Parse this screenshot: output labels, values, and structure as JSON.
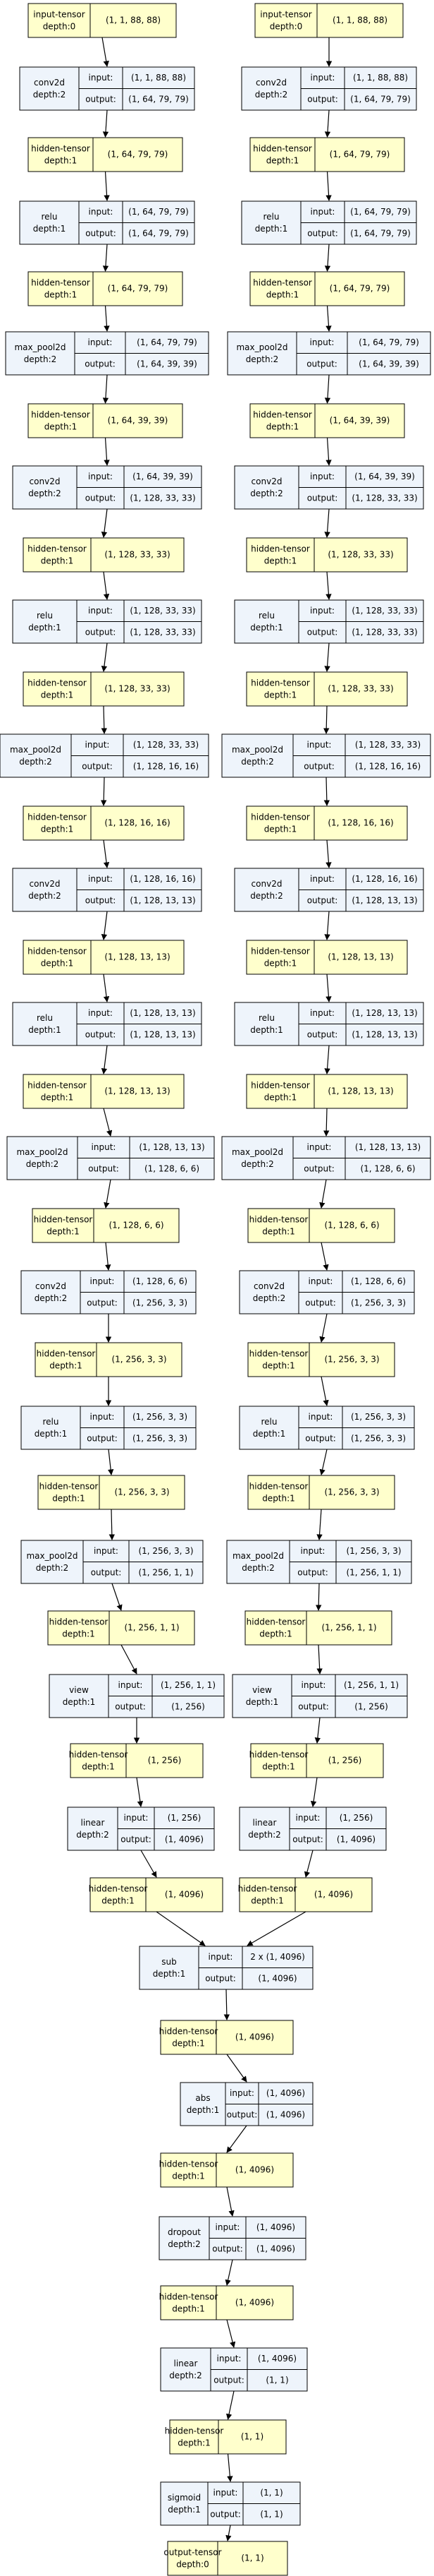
{
  "colors": {
    "tensor_fill": "#ffffcc",
    "module_fill": "#eef4fb",
    "stroke": "#000000"
  },
  "labels": {
    "input": "input:",
    "output": "output:"
  },
  "nodes": [
    {
      "id": "L0",
      "kind": "tensor",
      "name": "input-tensor",
      "depth": "depth:0",
      "shape": "(1, 1, 88, 88)"
    },
    {
      "id": "L1",
      "kind": "module",
      "name": "conv2d",
      "depth": "depth:2",
      "input": "(1, 1, 88, 88)",
      "output": "(1, 64, 79, 79)"
    },
    {
      "id": "L2",
      "kind": "tensor",
      "name": "hidden-tensor",
      "depth": "depth:1",
      "shape": "(1, 64, 79, 79)"
    },
    {
      "id": "L3",
      "kind": "module",
      "name": "relu",
      "depth": "depth:1",
      "input": "(1, 64, 79, 79)",
      "output": "(1, 64, 79, 79)"
    },
    {
      "id": "L4",
      "kind": "tensor",
      "name": "hidden-tensor",
      "depth": "depth:1",
      "shape": "(1, 64, 79, 79)"
    },
    {
      "id": "L5",
      "kind": "module",
      "name": "max_pool2d",
      "depth": "depth:2",
      "input": "(1, 64, 79, 79)",
      "output": "(1, 64, 39, 39)"
    },
    {
      "id": "L6",
      "kind": "tensor",
      "name": "hidden-tensor",
      "depth": "depth:1",
      "shape": "(1, 64, 39, 39)"
    },
    {
      "id": "L7",
      "kind": "module",
      "name": "conv2d",
      "depth": "depth:2",
      "input": "(1, 64, 39, 39)",
      "output": "(1, 128, 33, 33)"
    },
    {
      "id": "L8",
      "kind": "tensor",
      "name": "hidden-tensor",
      "depth": "depth:1",
      "shape": "(1, 128, 33, 33)"
    },
    {
      "id": "L9",
      "kind": "module",
      "name": "relu",
      "depth": "depth:1",
      "input": "(1, 128, 33, 33)",
      "output": "(1, 128, 33, 33)"
    },
    {
      "id": "L10",
      "kind": "tensor",
      "name": "hidden-tensor",
      "depth": "depth:1",
      "shape": "(1, 128, 33, 33)"
    },
    {
      "id": "L11",
      "kind": "module",
      "name": "max_pool2d",
      "depth": "depth:2",
      "input": "(1, 128, 33, 33)",
      "output": "(1, 128, 16, 16)"
    },
    {
      "id": "L12",
      "kind": "tensor",
      "name": "hidden-tensor",
      "depth": "depth:1",
      "shape": "(1, 128, 16, 16)"
    },
    {
      "id": "L13",
      "kind": "module",
      "name": "conv2d",
      "depth": "depth:2",
      "input": "(1, 128, 16, 16)",
      "output": "(1, 128, 13, 13)"
    },
    {
      "id": "L14",
      "kind": "tensor",
      "name": "hidden-tensor",
      "depth": "depth:1",
      "shape": "(1, 128, 13, 13)"
    },
    {
      "id": "L15",
      "kind": "module",
      "name": "relu",
      "depth": "depth:1",
      "input": "(1, 128, 13, 13)",
      "output": "(1, 128, 13, 13)"
    },
    {
      "id": "L16",
      "kind": "tensor",
      "name": "hidden-tensor",
      "depth": "depth:1",
      "shape": "(1, 128, 13, 13)"
    },
    {
      "id": "L17",
      "kind": "module",
      "name": "max_pool2d",
      "depth": "depth:2",
      "input": "(1, 128, 13, 13)",
      "output": "(1, 128, 6, 6)"
    },
    {
      "id": "L18",
      "kind": "tensor",
      "name": "hidden-tensor",
      "depth": "depth:1",
      "shape": "(1, 128, 6, 6)"
    },
    {
      "id": "L19",
      "kind": "module",
      "name": "conv2d",
      "depth": "depth:2",
      "input": "(1, 128, 6, 6)",
      "output": "(1, 256, 3, 3)"
    },
    {
      "id": "L20",
      "kind": "tensor",
      "name": "hidden-tensor",
      "depth": "depth:1",
      "shape": "(1, 256, 3, 3)"
    },
    {
      "id": "L21",
      "kind": "module",
      "name": "relu",
      "depth": "depth:1",
      "input": "(1, 256, 3, 3)",
      "output": "(1, 256, 3, 3)"
    },
    {
      "id": "L22",
      "kind": "tensor",
      "name": "hidden-tensor",
      "depth": "depth:1",
      "shape": "(1, 256, 3, 3)"
    },
    {
      "id": "L23",
      "kind": "module",
      "name": "max_pool2d",
      "depth": "depth:2",
      "input": "(1, 256, 3, 3)",
      "output": "(1, 256, 1, 1)"
    },
    {
      "id": "L24",
      "kind": "tensor",
      "name": "hidden-tensor",
      "depth": "depth:1",
      "shape": "(1, 256, 1, 1)"
    },
    {
      "id": "L25",
      "kind": "module",
      "name": "view",
      "depth": "depth:1",
      "input": "(1, 256, 1, 1)",
      "output": "(1, 256)"
    },
    {
      "id": "L26",
      "kind": "tensor",
      "name": "hidden-tensor",
      "depth": "depth:1",
      "shape": "(1, 256)"
    },
    {
      "id": "L27",
      "kind": "module",
      "name": "linear",
      "depth": "depth:2",
      "input": "(1, 256)",
      "output": "(1, 4096)"
    },
    {
      "id": "L28",
      "kind": "tensor",
      "name": "hidden-tensor",
      "depth": "depth:1",
      "shape": "(1, 4096)"
    },
    {
      "id": "R0",
      "kind": "tensor",
      "name": "input-tensor",
      "depth": "depth:0",
      "shape": "(1, 1, 88, 88)"
    },
    {
      "id": "R1",
      "kind": "module",
      "name": "conv2d",
      "depth": "depth:2",
      "input": "(1, 1, 88, 88)",
      "output": "(1, 64, 79, 79)"
    },
    {
      "id": "R2",
      "kind": "tensor",
      "name": "hidden-tensor",
      "depth": "depth:1",
      "shape": "(1, 64, 79, 79)"
    },
    {
      "id": "R3",
      "kind": "module",
      "name": "relu",
      "depth": "depth:1",
      "input": "(1, 64, 79, 79)",
      "output": "(1, 64, 79, 79)"
    },
    {
      "id": "R4",
      "kind": "tensor",
      "name": "hidden-tensor",
      "depth": "depth:1",
      "shape": "(1, 64, 79, 79)"
    },
    {
      "id": "R5",
      "kind": "module",
      "name": "max_pool2d",
      "depth": "depth:2",
      "input": "(1, 64, 79, 79)",
      "output": "(1, 64, 39, 39)"
    },
    {
      "id": "R6",
      "kind": "tensor",
      "name": "hidden-tensor",
      "depth": "depth:1",
      "shape": "(1, 64, 39, 39)"
    },
    {
      "id": "R7",
      "kind": "module",
      "name": "conv2d",
      "depth": "depth:2",
      "input": "(1, 64, 39, 39)",
      "output": "(1, 128, 33, 33)"
    },
    {
      "id": "R8",
      "kind": "tensor",
      "name": "hidden-tensor",
      "depth": "depth:1",
      "shape": "(1, 128, 33, 33)"
    },
    {
      "id": "R9",
      "kind": "module",
      "name": "relu",
      "depth": "depth:1",
      "input": "(1, 128, 33, 33)",
      "output": "(1, 128, 33, 33)"
    },
    {
      "id": "R10",
      "kind": "tensor",
      "name": "hidden-tensor",
      "depth": "depth:1",
      "shape": "(1, 128, 33, 33)"
    },
    {
      "id": "R11",
      "kind": "module",
      "name": "max_pool2d",
      "depth": "depth:2",
      "input": "(1, 128, 33, 33)",
      "output": "(1, 128, 16, 16)"
    },
    {
      "id": "R12",
      "kind": "tensor",
      "name": "hidden-tensor",
      "depth": "depth:1",
      "shape": "(1, 128, 16, 16)"
    },
    {
      "id": "R13",
      "kind": "module",
      "name": "conv2d",
      "depth": "depth:2",
      "input": "(1, 128, 16, 16)",
      "output": "(1, 128, 13, 13)"
    },
    {
      "id": "R14",
      "kind": "tensor",
      "name": "hidden-tensor",
      "depth": "depth:1",
      "shape": "(1, 128, 13, 13)"
    },
    {
      "id": "R15",
      "kind": "module",
      "name": "relu",
      "depth": "depth:1",
      "input": "(1, 128, 13, 13)",
      "output": "(1, 128, 13, 13)"
    },
    {
      "id": "R16",
      "kind": "tensor",
      "name": "hidden-tensor",
      "depth": "depth:1",
      "shape": "(1, 128, 13, 13)"
    },
    {
      "id": "R17",
      "kind": "module",
      "name": "max_pool2d",
      "depth": "depth:2",
      "input": "(1, 128, 13, 13)",
      "output": "(1, 128, 6, 6)"
    },
    {
      "id": "R18",
      "kind": "tensor",
      "name": "hidden-tensor",
      "depth": "depth:1",
      "shape": "(1, 128, 6, 6)"
    },
    {
      "id": "R19",
      "kind": "module",
      "name": "conv2d",
      "depth": "depth:2",
      "input": "(1, 128, 6, 6)",
      "output": "(1, 256, 3, 3)"
    },
    {
      "id": "R20",
      "kind": "tensor",
      "name": "hidden-tensor",
      "depth": "depth:1",
      "shape": "(1, 256, 3, 3)"
    },
    {
      "id": "R21",
      "kind": "module",
      "name": "relu",
      "depth": "depth:1",
      "input": "(1, 256, 3, 3)",
      "output": "(1, 256, 3, 3)"
    },
    {
      "id": "R22",
      "kind": "tensor",
      "name": "hidden-tensor",
      "depth": "depth:1",
      "shape": "(1, 256, 3, 3)"
    },
    {
      "id": "R23",
      "kind": "module",
      "name": "max_pool2d",
      "depth": "depth:2",
      "input": "(1, 256, 3, 3)",
      "output": "(1, 256, 1, 1)"
    },
    {
      "id": "R24",
      "kind": "tensor",
      "name": "hidden-tensor",
      "depth": "depth:1",
      "shape": "(1, 256, 1, 1)"
    },
    {
      "id": "R25",
      "kind": "module",
      "name": "view",
      "depth": "depth:1",
      "input": "(1, 256, 1, 1)",
      "output": "(1, 256)"
    },
    {
      "id": "R26",
      "kind": "tensor",
      "name": "hidden-tensor",
      "depth": "depth:1",
      "shape": "(1, 256)"
    },
    {
      "id": "R27",
      "kind": "module",
      "name": "linear",
      "depth": "depth:2",
      "input": "(1, 256)",
      "output": "(1, 4096)"
    },
    {
      "id": "R28",
      "kind": "tensor",
      "name": "hidden-tensor",
      "depth": "depth:1",
      "shape": "(1, 4096)"
    },
    {
      "id": "M0",
      "kind": "module",
      "name": "sub",
      "depth": "depth:1",
      "input": "2 x (1, 4096)",
      "output": "(1, 4096)"
    },
    {
      "id": "M1",
      "kind": "tensor",
      "name": "hidden-tensor",
      "depth": "depth:1",
      "shape": "(1, 4096)"
    },
    {
      "id": "M2",
      "kind": "module",
      "name": "abs",
      "depth": "depth:1",
      "input": "(1, 4096)",
      "output": "(1, 4096)"
    },
    {
      "id": "M3",
      "kind": "tensor",
      "name": "hidden-tensor",
      "depth": "depth:1",
      "shape": "(1, 4096)"
    },
    {
      "id": "M4",
      "kind": "module",
      "name": "dropout",
      "depth": "depth:2",
      "input": "(1, 4096)",
      "output": "(1, 4096)"
    },
    {
      "id": "M5",
      "kind": "tensor",
      "name": "hidden-tensor",
      "depth": "depth:1",
      "shape": "(1, 4096)"
    },
    {
      "id": "M6",
      "kind": "module",
      "name": "linear",
      "depth": "depth:2",
      "input": "(1, 4096)",
      "output": "(1, 1)"
    },
    {
      "id": "M7",
      "kind": "tensor",
      "name": "hidden-tensor",
      "depth": "depth:1",
      "shape": "(1, 1)"
    },
    {
      "id": "M8",
      "kind": "module",
      "name": "sigmoid",
      "depth": "depth:1",
      "input": "(1, 1)",
      "output": "(1, 1)"
    },
    {
      "id": "M9",
      "kind": "tensor",
      "name": "output-tensor",
      "depth": "depth:0",
      "shape": "(1, 1)"
    }
  ]
}
